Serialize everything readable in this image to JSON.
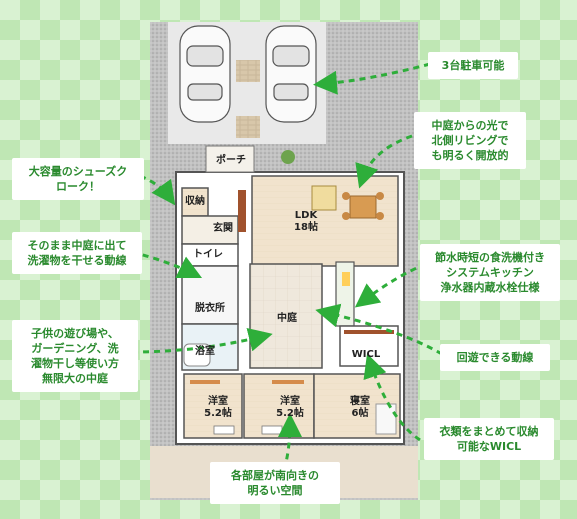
{
  "rooms": {
    "porch": "ポーチ",
    "storage": "収納",
    "entrance": "玄関",
    "ldk": "LDK\n18帖",
    "toilet": "トイレ",
    "dressing": "脱衣所",
    "courtyard": "中庭",
    "bath": "浴室",
    "wicl": "WICL",
    "western1": "洋室\n5.2帖",
    "western2": "洋室\n5.2帖",
    "bedroom": "寝室\n6帖"
  },
  "callouts": {
    "parking": "3台駐車可能",
    "courtyard_light": "中庭からの光で\n北側リビングで\nも明るく開放的",
    "shoes_closet": "大容量のシューズク\nローク！",
    "laundry_line": "そのまま中庭に出て\n洗濯物を干せる動線",
    "kitchen": "節水時短の食洗機付き\nシステムキッチン\n浄水器内蔵水栓仕様",
    "courtyard_use": "子供の遊び場や、\nガーデニング、洗\n濯物干し等使い方\n無限大の中庭",
    "circulation": "回遊できる動線",
    "wicl": "衣類をまとめて収納\n可能なWICL",
    "south_rooms": "各部屋が南向きの\n明るい空間"
  },
  "colors": {
    "accent_green": "#2a8a2e",
    "arrow_green": "#2eae3a",
    "floor_wood": "#f0e2cc",
    "courtyard_tile": "#ebe3d5",
    "gravel": "#b8b8b8"
  }
}
